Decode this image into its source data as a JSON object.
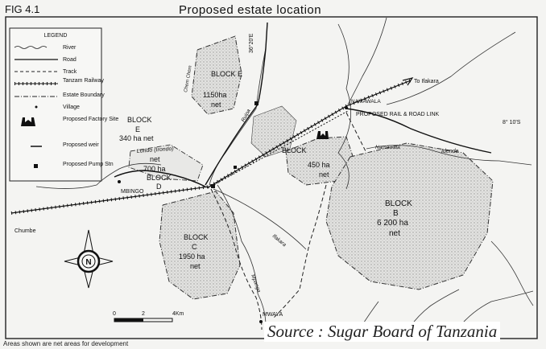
{
  "figure_number": "FIG 4.1",
  "title": "Proposed estate location",
  "legend": {
    "heading": "LEGEND",
    "items": [
      {
        "label": "River",
        "symbol": "river"
      },
      {
        "label": "Road",
        "symbol": "road"
      },
      {
        "label": "Track",
        "symbol": "track"
      },
      {
        "label": "Tanzam Railway",
        "symbol": "railway"
      },
      {
        "label": "Estate Boundary",
        "symbol": "boundary"
      },
      {
        "label": "Village",
        "symbol": "village"
      },
      {
        "label": "Proposed Factory Site",
        "symbol": "factory"
      },
      {
        "label": "Proposed weir",
        "symbol": "weir"
      },
      {
        "label": "Proposed Pump Stn",
        "symbol": "pump"
      }
    ]
  },
  "blocks": {
    "e_upper": {
      "name": "BLOCK E",
      "area": "1150ha",
      "suffix": "net"
    },
    "e_left": {
      "name": "BLOCK",
      "letter": "E",
      "area": "340 ha net"
    },
    "d": {
      "name": "BLOCK",
      "letter": "D",
      "area": "700 ha",
      "suffix": "net"
    },
    "a": {
      "name": "BLOCK",
      "area": "450 ha",
      "suffix": "net"
    },
    "b": {
      "name": "BLOCK",
      "letter": "B",
      "area": "6 200 ha",
      "suffix": "net"
    },
    "c": {
      "name": "BLOCK",
      "letter": "C",
      "area": "1950 ha",
      "suffix": "net"
    }
  },
  "places": {
    "to_ifakara": "To Ifakara",
    "namawala": "NAMAWALA",
    "rail_road_link": "PROPOSED RAIL & ROAD LINK",
    "mbingu": "MBINGO",
    "chumbe": "Chumbe",
    "mwaya": "MWAYA",
    "lat": "8° 10'S",
    "long": "36°20'E"
  },
  "rivers": {
    "londo": "Londo (Irondo)",
    "idende": "Idende",
    "namawala_r": "Namawala",
    "ifakara_r": "Ifakara",
    "ruipa": "Ruipa",
    "mpanga": "Mpanga",
    "chem": "Chem Chem"
  },
  "north_arrow": "N",
  "scale": {
    "start": "0",
    "mid": "2",
    "end": "4Km"
  },
  "footnote": "Areas shown are net areas for development",
  "source": "Source : Sugar Board of Tanzania"
}
